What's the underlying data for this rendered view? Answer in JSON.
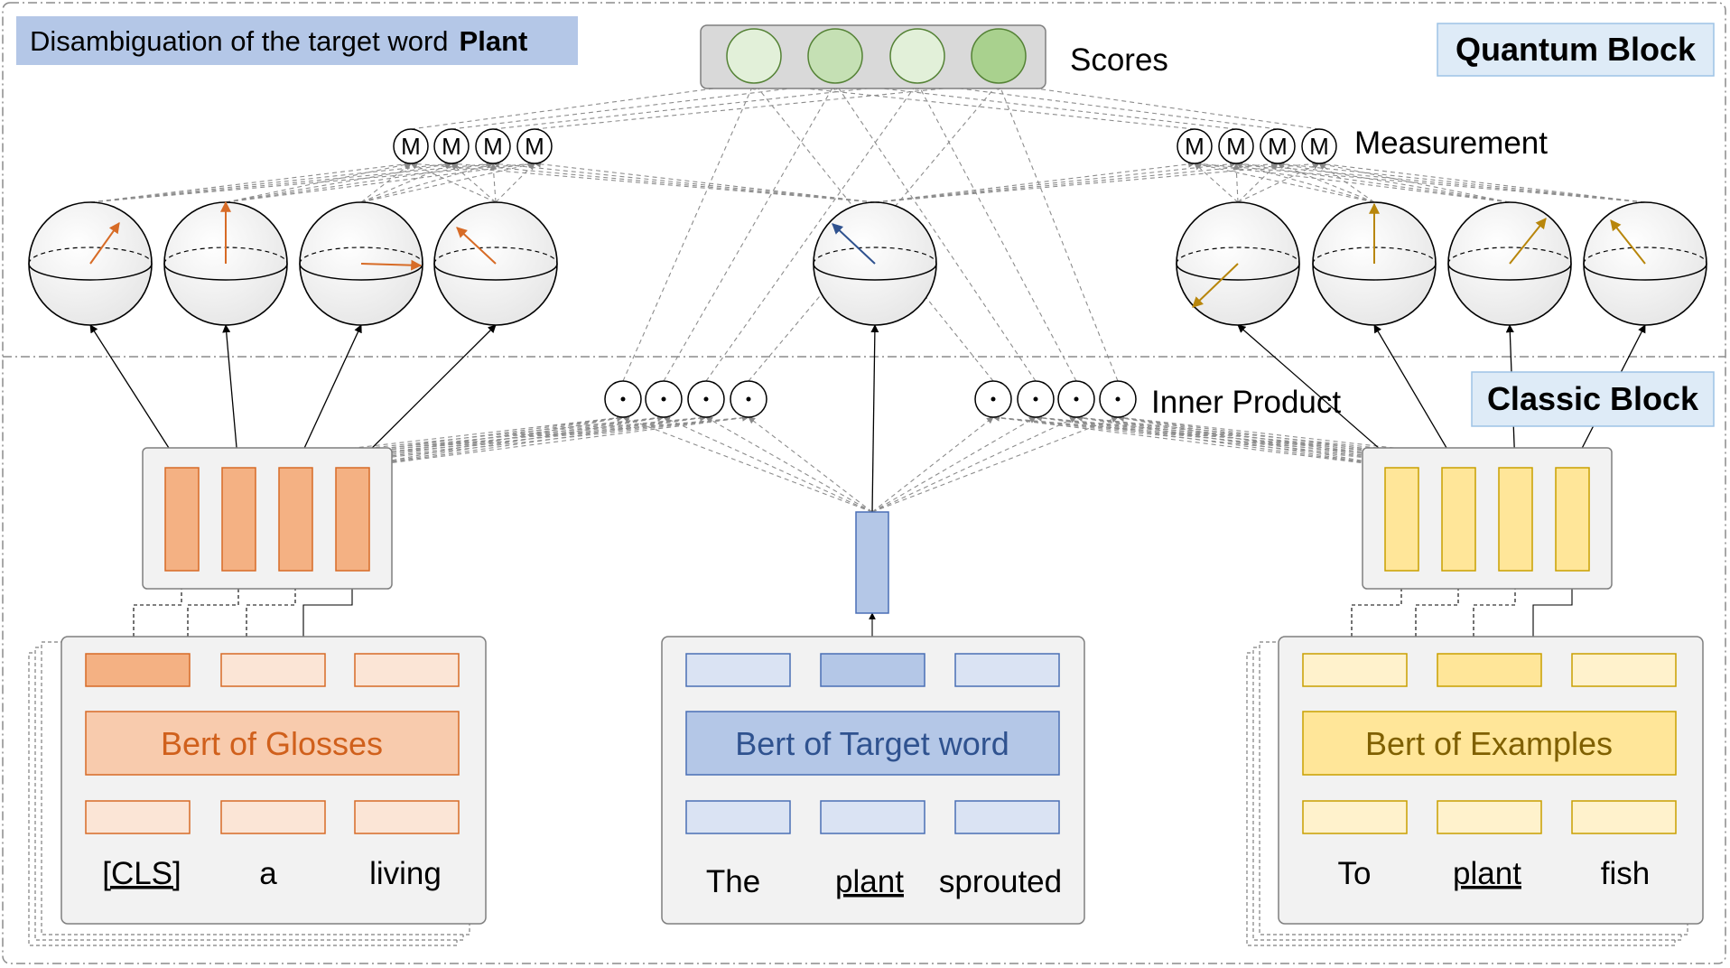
{
  "title": {
    "prefix": "Disambiguation of the target word",
    "word": "Plant"
  },
  "blocks": {
    "quantum": "Quantum Block",
    "classic": "Classic Block"
  },
  "labels": {
    "scores": "Scores",
    "measurement": "Measurement",
    "inner_product": "Inner Product",
    "measure_symbol": "M",
    "dot_symbol": "·"
  },
  "glosses": {
    "encoder_label": "Bert of Glosses",
    "tokens": [
      "[CLS]",
      "a",
      "living"
    ],
    "underlined_token_index": 0
  },
  "target": {
    "encoder_label": "Bert of Target word",
    "tokens": [
      "The",
      "plant",
      "sprouted"
    ],
    "underlined_token_index": 1
  },
  "examples": {
    "encoder_label": "Bert of Examples",
    "tokens": [
      "To",
      "plant",
      "fish"
    ],
    "underlined_token_index": 1
  },
  "colors": {
    "gloss_dark": "#f4b183",
    "gloss_light": "#fbe5d6",
    "gloss_stroke": "#d76b26",
    "gloss_text": "#d0601c",
    "target_dark": "#b4c7e7",
    "target_light": "#dae3f3",
    "target_stroke": "#4a6fb5",
    "target_text": "#2f528f",
    "example_dark": "#ffe699",
    "example_light": "#fff2cc",
    "example_stroke": "#c9a000",
    "example_text": "#7f6000",
    "score_light": "#e2f0d9",
    "score_mid": "#c5e0b4",
    "score_dark": "#a9d18e",
    "title_bg": "#b4c7e7",
    "block_label_bg": "#deebf7",
    "panel_bg": "#f2f2f2"
  }
}
